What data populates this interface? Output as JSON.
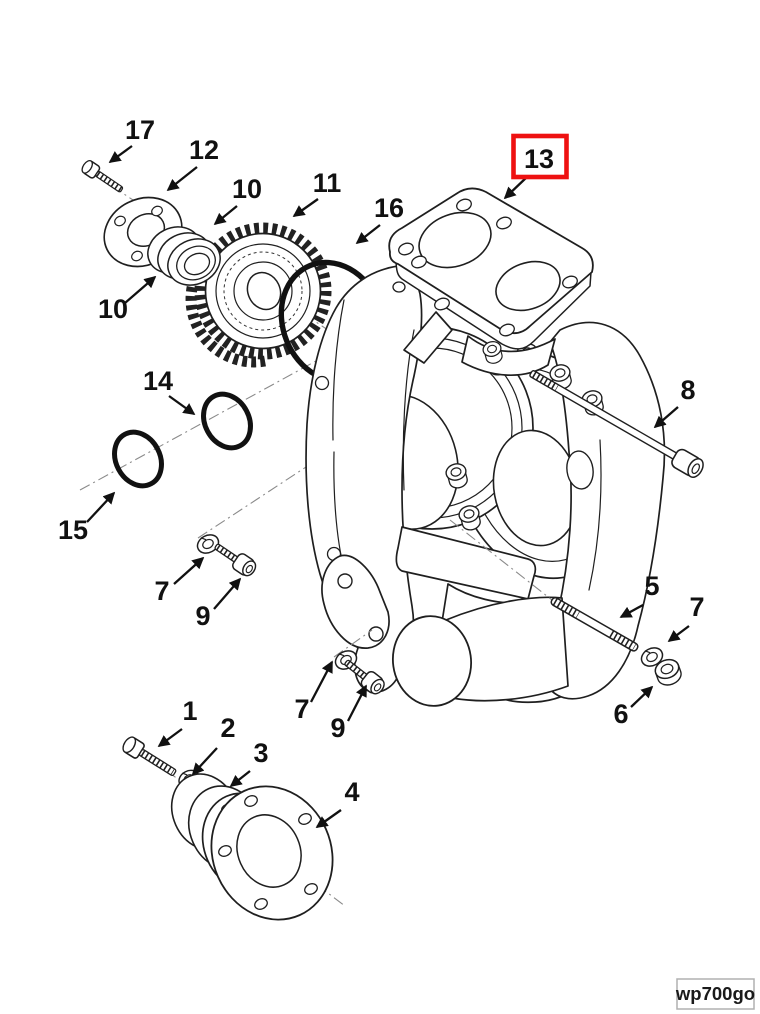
{
  "diagram": {
    "type": "exploded-parts-diagram",
    "background_color": "#ffffff",
    "line_color": "#1f1f1f",
    "highlight": {
      "part": "13",
      "color": "#ee1111"
    },
    "watermark": "wp700go",
    "callouts": [
      {
        "part": "17"
      },
      {
        "part": "12"
      },
      {
        "part": "10"
      },
      {
        "part": "11"
      },
      {
        "part": "16"
      },
      {
        "part": "13",
        "highlighted": true
      },
      {
        "part": "8"
      },
      {
        "part": "10"
      },
      {
        "part": "14"
      },
      {
        "part": "15"
      },
      {
        "part": "7"
      },
      {
        "part": "9"
      },
      {
        "part": "5"
      },
      {
        "part": "7"
      },
      {
        "part": "6"
      },
      {
        "part": "1"
      },
      {
        "part": "2"
      },
      {
        "part": "3"
      },
      {
        "part": "4"
      },
      {
        "part": "7"
      },
      {
        "part": "9"
      }
    ]
  }
}
